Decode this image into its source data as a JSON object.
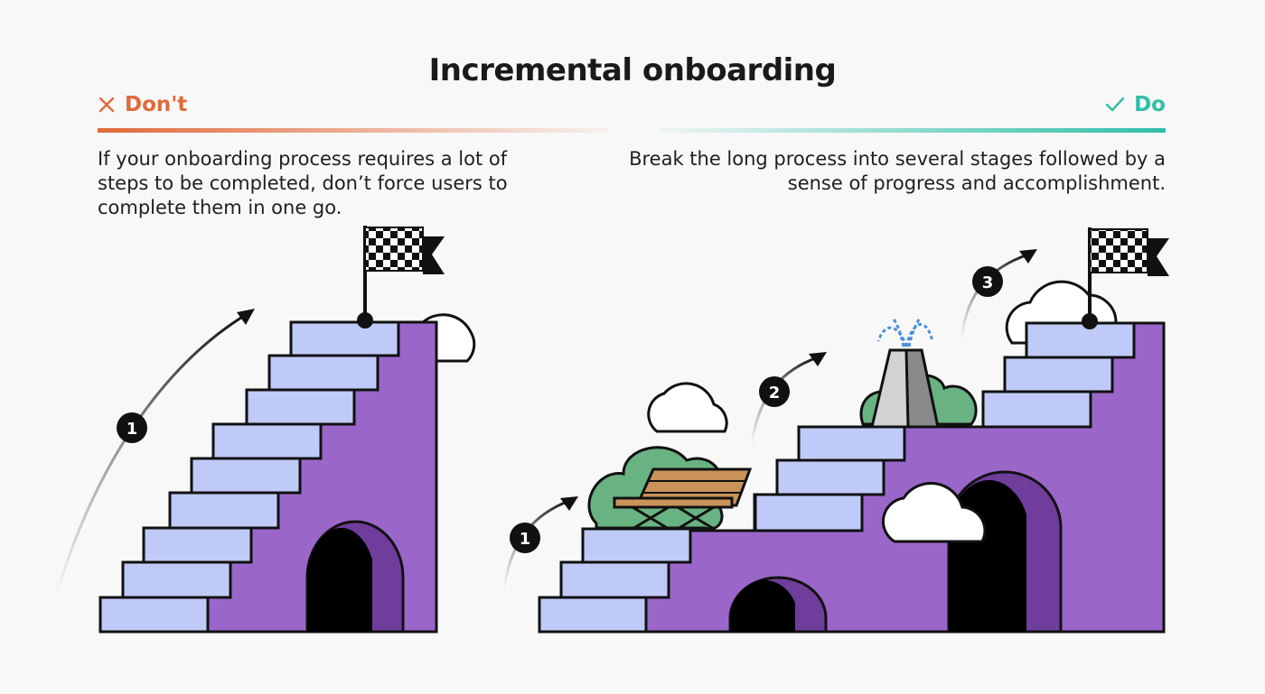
{
  "title": "Incremental onboarding",
  "dont": {
    "label": "Don't",
    "description": "If your onboarding process requires a lot of steps to be completed, don’t force users to complete them in one go.",
    "steps": [
      "1"
    ],
    "color": "#e06a3a"
  },
  "do": {
    "label": "Do",
    "description": "Break the long process into several stages followed by a sense of progress and accomplishment.",
    "steps": [
      "1",
      "2",
      "3"
    ],
    "color": "#2fbfa8"
  },
  "colors": {
    "wall": "#9b66c9",
    "step": "#c0caf8",
    "door_shade": "#6f3d9c",
    "bush": "#69b383",
    "bench": "#c9935a",
    "monument": "#d2d2d2",
    "water": "#4a90d9"
  }
}
